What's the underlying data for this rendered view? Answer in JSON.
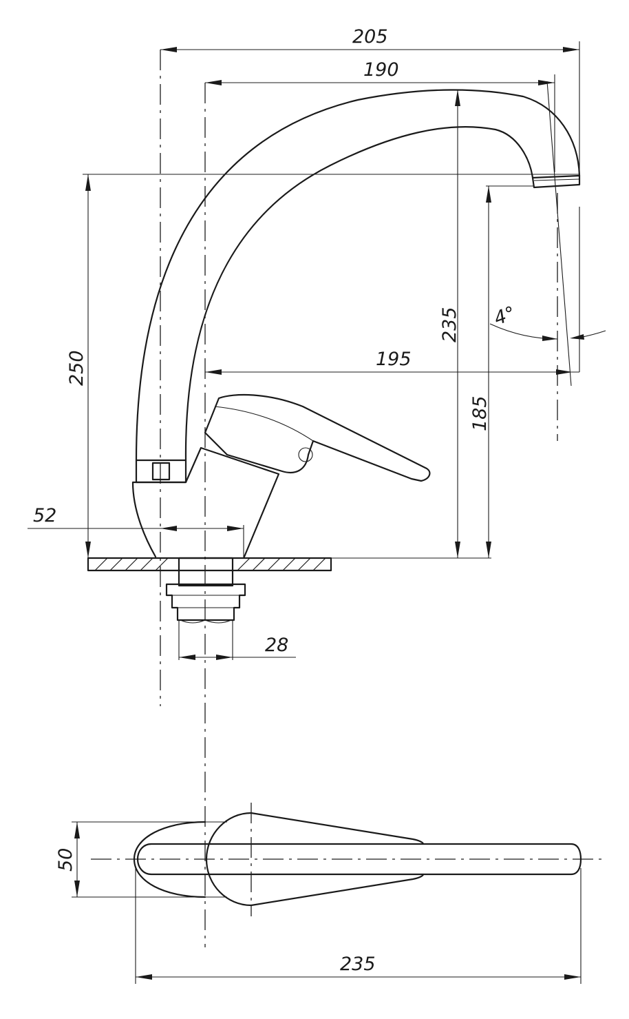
{
  "dimensions": {
    "overall_width": "205",
    "spout_reach": "190",
    "spout_top_height": "235",
    "total_height": "250",
    "spout_to_base": "195",
    "outlet_height": "185",
    "spout_angle": "4°",
    "base_diameter": "52",
    "thread_diameter": "28",
    "handle_width": "50",
    "handle_length": "235"
  }
}
